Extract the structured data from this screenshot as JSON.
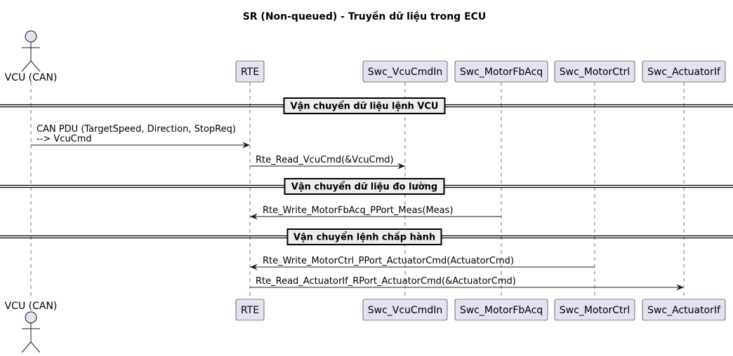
{
  "title": "SR (Non-queued) - Truyền dữ liệu trong ECU",
  "participants": [
    {
      "id": "vcu",
      "label": "VCU (CAN)",
      "kind": "actor"
    },
    {
      "id": "rte",
      "label": "RTE",
      "kind": "box"
    },
    {
      "id": "vcucmdin",
      "label": "Swc_VcuCmdIn",
      "kind": "box"
    },
    {
      "id": "motorfbacq",
      "label": "Swc_MotorFbAcq",
      "kind": "box"
    },
    {
      "id": "motorctrl",
      "label": "Swc_MotorCtrl",
      "kind": "box"
    },
    {
      "id": "actuatorif",
      "label": "Swc_ActuatorIf",
      "kind": "box"
    }
  ],
  "dividers": [
    {
      "label": "Vận chuyển dữ liệu lệnh VCU"
    },
    {
      "label": "Vận chuyển dữ liệu đo lường"
    },
    {
      "label": "Vận chuyển lệnh chấp hành"
    }
  ],
  "messages": [
    {
      "from": "vcu",
      "to": "rte",
      "lines": [
        "CAN PDU (TargetSpeed, Direction, StopReq)",
        "--> VcuCmd"
      ]
    },
    {
      "from": "rte",
      "to": "vcucmdin",
      "lines": [
        "Rte_Read_VcuCmd(&VcuCmd)"
      ]
    },
    {
      "from": "motorfbacq",
      "to": "rte",
      "lines": [
        "Rte_Write_MotorFbAcq_PPort_Meas(Meas)"
      ]
    },
    {
      "from": "motorctrl",
      "to": "rte",
      "lines": [
        "Rte_Write_MotorCtrl_PPort_ActuatorCmd(ActuatorCmd)"
      ]
    },
    {
      "from": "rte",
      "to": "actuatorif",
      "lines": [
        "Rte_Read_ActuatorIf_RPort_ActuatorCmd(&ActuatorCmd)"
      ]
    }
  ]
}
